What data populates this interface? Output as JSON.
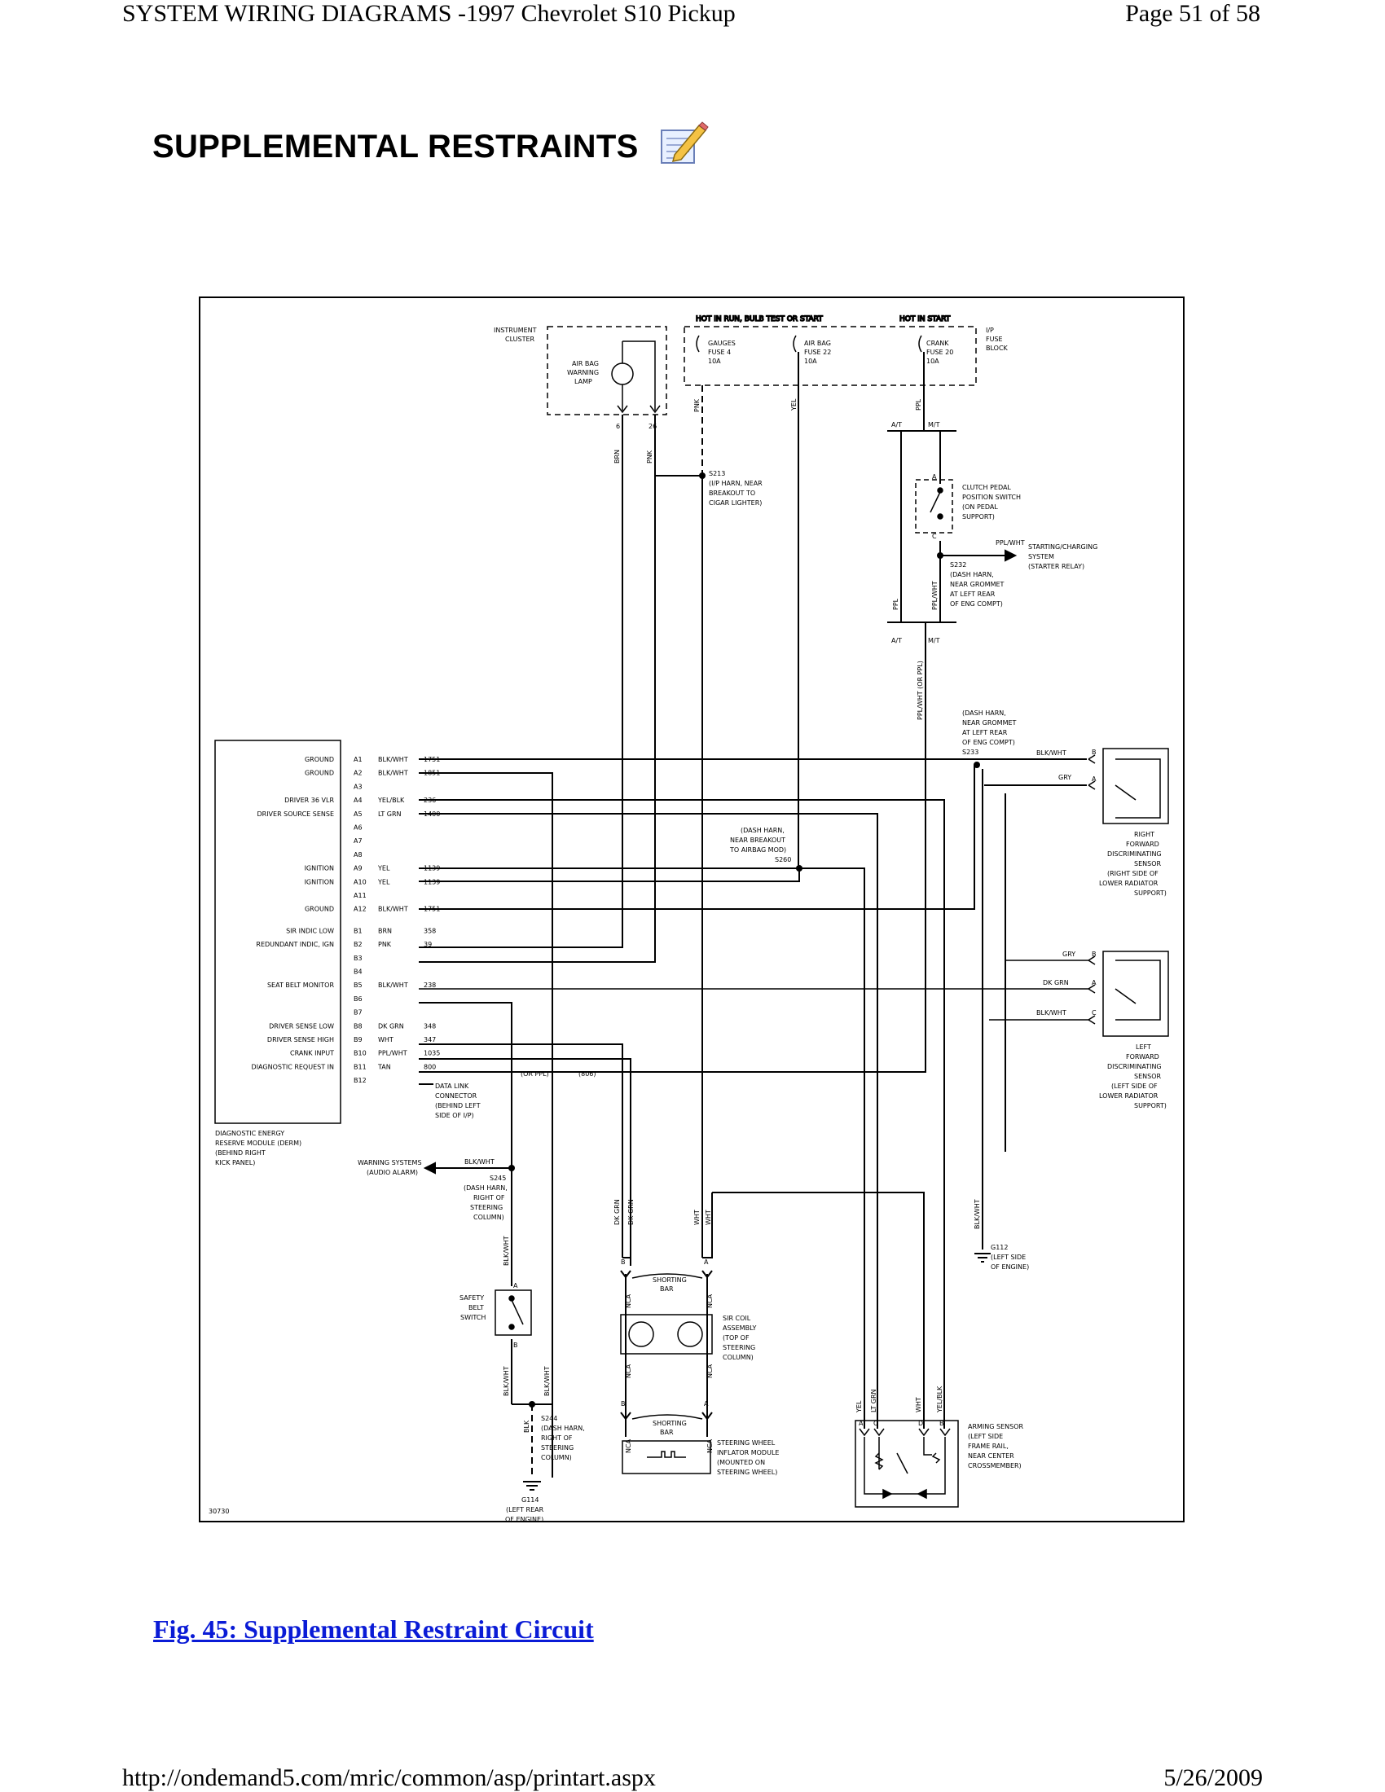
{
  "header": {
    "left": "SYSTEM WIRING DIAGRAMS -1997 Chevrolet S10 Pickup",
    "right": "Page 51 of 58"
  },
  "title": "SUPPLEMENTAL RESTRAINTS",
  "icons": {
    "edit": "edit-note-icon"
  },
  "caption": "Fig. 45: Supplemental Restraint Circuit",
  "footer": {
    "url": "http://ondemand5.com/mric/common/asp/printart.aspx",
    "date": "5/26/2009"
  },
  "diagram": {
    "figure_id": "30730",
    "top_power_label": "HOT IN RUN, BULB TEST OR START",
    "hot_in_start": "HOT IN START",
    "fuse_block": [
      "I/P",
      "FUSE",
      "BLOCK"
    ],
    "fuses": [
      [
        "GAUGES",
        "FUSE 4",
        "10A"
      ],
      [
        "AIR BAG",
        "FUSE 22",
        "10A"
      ],
      [
        "CRANK",
        "FUSE 20",
        "10A"
      ]
    ],
    "instrument_cluster": [
      "INSTRUMENT",
      "CLUSTER"
    ],
    "airbag_lamp": [
      "AIR BAG",
      "WARNING",
      "LAMP"
    ],
    "cluster_pins": [
      "6",
      "26"
    ],
    "wire_labels": {
      "pnk": "PNK",
      "yel": "YEL",
      "ppl": "PPL",
      "brn": "BRN",
      "ppl_wht": "PPL/WHT",
      "ppl_wht_or_ppl": "PPL/WHT (OR PPL)",
      "blk_wht": "BLK/WHT",
      "blk": "BLK",
      "dk_grn": "DK GRN",
      "wht": "WHT",
      "lt_grn": "LT GRN",
      "yel_blk": "YEL/BLK",
      "nca": "NCA",
      "gry": "GRY"
    },
    "s213": [
      "S213",
      "(I/P HARN, NEAR",
      "BREAKOUT TO",
      "CIGAR LIGHTER)"
    ],
    "at": "A/T",
    "mt": "M/T",
    "clutch_switch": [
      "CLUTCH PEDAL",
      "POSITION SWITCH",
      "(ON PEDAL",
      "SUPPORT)"
    ],
    "pin_a": "A",
    "pin_b": "B",
    "pin_c": "C",
    "pin_d": "D",
    "starting_system": [
      "STARTING/CHARGING",
      "SYSTEM",
      "(STARTER RELAY)"
    ],
    "s232": [
      "S232",
      "(DASH HARN,",
      "NEAR GROMMET",
      "AT LEFT REAR",
      "OF ENG COMPT)"
    ],
    "s233": [
      "(DASH HARN,",
      "NEAR GROMMET",
      "AT LEFT REAR",
      "OF ENG COMPT)",
      "S233"
    ],
    "s260": [
      "(DASH HARN,",
      "NEAR BREAKOUT",
      "TO AIRBAG MOD)",
      "S260"
    ],
    "derm_functions": [
      [
        "GROUND",
        "A1"
      ],
      [
        "GROUND",
        "A2"
      ],
      [
        "",
        "A3"
      ],
      [
        "DRIVER 36 VLR",
        "A4"
      ],
      [
        "DRIVER SOURCE SENSE",
        "A5"
      ],
      [
        "",
        "A6"
      ],
      [
        "",
        "A7"
      ],
      [
        "",
        "A8"
      ],
      [
        "IGNITION",
        "A9"
      ],
      [
        "IGNITION",
        "A10"
      ],
      [
        "",
        "A11"
      ],
      [
        "GROUND",
        "A12"
      ],
      [
        "SIR INDIC LOW",
        "B1"
      ],
      [
        "REDUNDANT INDIC, IGN",
        "B2"
      ],
      [
        "",
        "B3"
      ],
      [
        "",
        "B4"
      ],
      [
        "SEAT BELT MONITOR",
        "B5"
      ],
      [
        "",
        "B6"
      ],
      [
        "",
        "B7"
      ],
      [
        "DRIVER SENSE LOW",
        "B8"
      ],
      [
        "DRIVER SENSE HIGH",
        "B9"
      ],
      [
        "CRANK INPUT",
        "B10"
      ],
      [
        "DIAGNOSTIC REQUEST IN",
        "B11"
      ],
      [
        "",
        "B12"
      ]
    ],
    "derm_wires": [
      [
        "BLK/WHT",
        "1751"
      ],
      [
        "BLK/WHT",
        "1851"
      ],
      [
        "",
        ""
      ],
      [
        "YEL/BLK",
        "236"
      ],
      [
        "LT GRN",
        "1400"
      ],
      [
        "",
        ""
      ],
      [
        "",
        ""
      ],
      [
        "",
        ""
      ],
      [
        "YEL",
        "1139"
      ],
      [
        "YEL",
        "1139"
      ],
      [
        "",
        ""
      ],
      [
        "BLK/WHT",
        "1751"
      ],
      [
        "BRN",
        "358"
      ],
      [
        "PNK",
        "39"
      ],
      [
        "",
        ""
      ],
      [
        "",
        ""
      ],
      [
        "BLK/WHT",
        "238"
      ],
      [
        "",
        ""
      ],
      [
        "",
        ""
      ],
      [
        "DK GRN",
        "348"
      ],
      [
        "WHT",
        "347"
      ],
      [
        "PPL/WHT",
        "1035"
      ],
      [
        "TAN",
        "800"
      ],
      [
        "",
        ""
      ]
    ],
    "or_ppl": "(OR PPL)",
    "code_806": "(806)",
    "data_link": [
      "DATA LINK",
      "CONNECTOR",
      "(BEHIND LEFT",
      "SIDE OF I/P)"
    ],
    "derm": [
      "DIAGNOSTIC ENERGY",
      "RESERVE MODULE (DERM)",
      "(BEHIND RIGHT",
      "KICK PANEL)"
    ],
    "right_sensor": [
      "RIGHT",
      "FORWARD",
      "DISCRIMINATING",
      "SENSOR",
      "(RIGHT SIDE OF",
      "LOWER RADIATOR",
      "SUPPORT)"
    ],
    "left_sensor": [
      "LEFT",
      "FORWARD",
      "DISCRIMINATING",
      "SENSOR",
      "(LEFT SIDE OF",
      "LOWER RADIATOR",
      "SUPPORT)"
    ],
    "warning_systems": [
      "WARNING SYSTEMS",
      "(AUDIO ALARM)"
    ],
    "s245": [
      "S245",
      "(DASH HARN,",
      "RIGHT OF",
      "STEERING",
      "COLUMN)"
    ],
    "safety_belt_switch": [
      "SAFETY",
      "BELT",
      "SWITCH"
    ],
    "s244": [
      "S244",
      "(DASH HARN,",
      "RIGHT OF",
      "STEERING",
      "COLUMN)"
    ],
    "g114": [
      "G114",
      "(LEFT REAR",
      "OF ENGINE)"
    ],
    "g112": [
      "G112",
      "(LEFT SIDE",
      "OF ENGINE)"
    ],
    "shorting_bar": [
      "SHORTING",
      "BAR"
    ],
    "sir_coil": [
      "SIR COIL",
      "ASSEMBLY",
      "(TOP OF",
      "STEERING",
      "COLUMN)"
    ],
    "inflator": [
      "STEERING WHEEL",
      "INFLATOR MODULE",
      "(MOUNTED ON",
      "STEERING WHEEL)"
    ],
    "arming_sensor": [
      "ARMING SENSOR",
      "(LEFT SIDE",
      "FRAME RAIL,",
      "NEAR CENTER",
      "CROSSMEMBER)"
    ]
  }
}
